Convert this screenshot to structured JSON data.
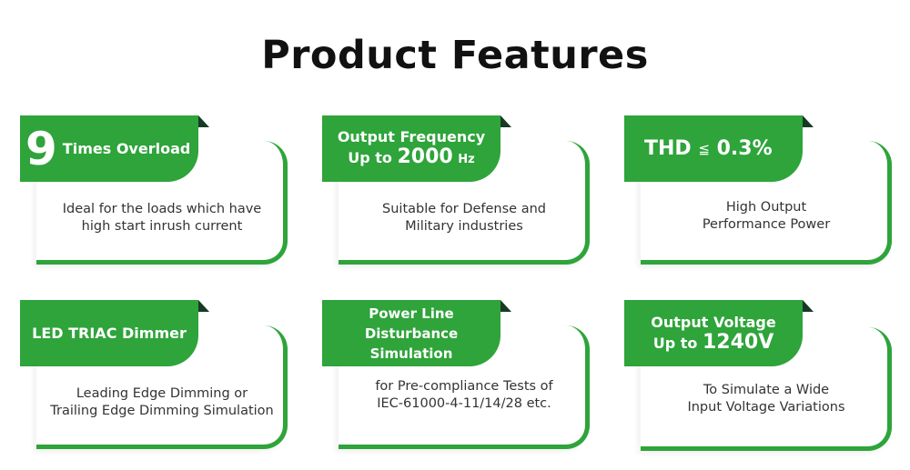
{
  "title": "Product Features",
  "colors": {
    "accent": "#2ea43a",
    "dark": "#173a25"
  },
  "cards": [
    {
      "number": "9",
      "label": "Times Overload",
      "desc1": "Ideal for the loads which have",
      "desc2": "high start inrush current"
    },
    {
      "line1": "Output Frequency",
      "prefix": "Up to",
      "value": "2000",
      "unit": "Hz",
      "desc1": "Suitable for Defense and",
      "desc2": "Military industries"
    },
    {
      "label": "THD",
      "symbol": "≦",
      "value": "0.3%",
      "desc1": "High Output",
      "desc2": "Performance Power"
    },
    {
      "label": "LED TRIAC Dimmer",
      "desc1": "Leading Edge Dimming or",
      "desc2": "Trailing Edge Dimming Simulation"
    },
    {
      "line1": "Power Line",
      "line2": "Disturbance Simulation",
      "desc1": "for Pre-compliance Tests of",
      "desc2": "IEC-61000-4-11/14/28 etc."
    },
    {
      "line1": "Output Voltage",
      "prefix": "Up to",
      "value": "1240V",
      "desc1": "To  Simulate a Wide",
      "desc2": "Input Voltage Variations"
    }
  ]
}
